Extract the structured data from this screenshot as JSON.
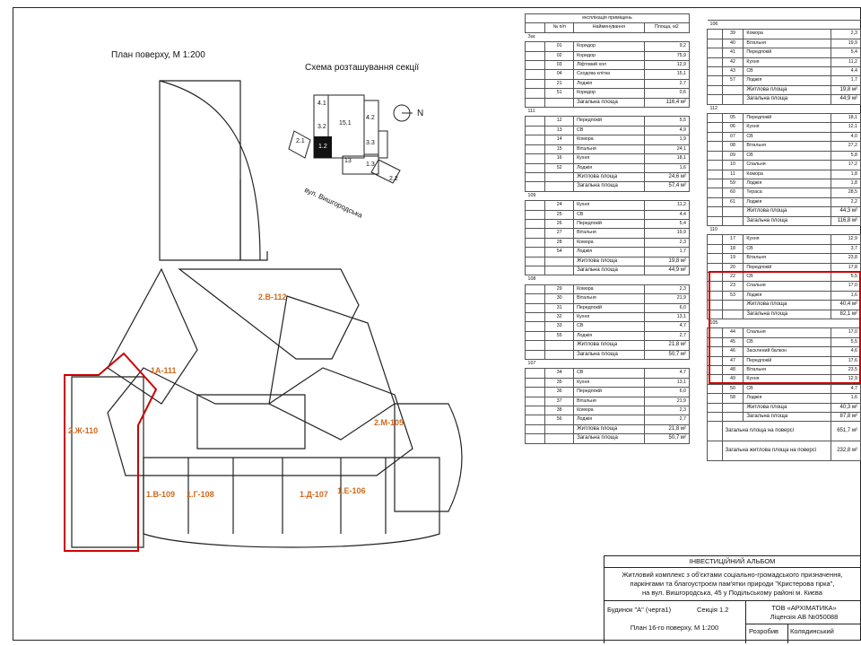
{
  "plan": {
    "title": "План поверху, М 1:200",
    "scheme_title": "Схема розташування секції",
    "street": "вул. Вишгородська",
    "north": "N",
    "scheme_sections": [
      "4.1",
      "3.2",
      "2.1",
      "1.2",
      "15.1",
      "4.2",
      "3.3",
      "13",
      "1.3",
      "2.2"
    ],
    "units": [
      "2.В-112",
      "1А-111",
      "2.Ж-110",
      "2.М-105",
      "1.В-109",
      "1.Г-108",
      "1.Д-107",
      "1.Е-106"
    ]
  },
  "explication": {
    "title": "експлікація приміщень",
    "headers": [
      "№ п/п",
      "Найменування",
      "Площа, м2"
    ],
    "groups": [
      {
        "id": "Заг.",
        "rows": [
          [
            "01",
            "Коридор",
            "9,2"
          ],
          [
            "02",
            "Коридор",
            "75,9"
          ],
          [
            "03",
            "Ліфтовий хол",
            "12,9"
          ],
          [
            "04",
            "Сходова клітка",
            "15,1"
          ],
          [
            "21",
            "Лоджія",
            "2,7"
          ],
          [
            "51",
            "Коридор",
            "0,6"
          ]
        ],
        "totals": [
          [
            "Загальна площа",
            "116,4 м²"
          ]
        ]
      },
      {
        "id": "111",
        "rows": [
          [
            "12",
            "Передпокій",
            "5,5"
          ],
          [
            "13",
            "СВ",
            "4,9"
          ],
          [
            "14",
            "Комора",
            "1,9"
          ],
          [
            "15",
            "Вітальня",
            "24,1"
          ],
          [
            "16",
            "Кухня",
            "18,1"
          ],
          [
            "52",
            "Лоджія",
            "1,6"
          ]
        ],
        "totals": [
          [
            "Житлова площа",
            "24,6 м²"
          ],
          [
            "Загальна площа",
            "57,4 м²"
          ]
        ]
      },
      {
        "id": "109",
        "rows": [
          [
            "24",
            "Кухня",
            "11,2"
          ],
          [
            "25",
            "СВ",
            "4,4"
          ],
          [
            "26",
            "Передпокій",
            "5,4"
          ],
          [
            "27",
            "Вітальня",
            "19,9"
          ],
          [
            "28",
            "Комора",
            "2,3"
          ],
          [
            "54",
            "Лоджія",
            "1,7"
          ]
        ],
        "totals": [
          [
            "Житлова площа",
            "19,8 м²"
          ],
          [
            "Загальна площа",
            "44,9 м²"
          ]
        ]
      },
      {
        "id": "108",
        "rows": [
          [
            "29",
            "Комора",
            "2,3"
          ],
          [
            "30",
            "Вітальня",
            "21,9"
          ],
          [
            "31",
            "Передпокій",
            "6,0"
          ],
          [
            "32",
            "Кухня",
            "13,1"
          ],
          [
            "33",
            "СВ",
            "4,7"
          ],
          [
            "55",
            "Лоджія",
            "2,7"
          ]
        ],
        "totals": [
          [
            "Житлова площа",
            "21,8 м²"
          ],
          [
            "Загальна площа",
            "50,7 м²"
          ]
        ]
      },
      {
        "id": "107",
        "rows": [
          [
            "34",
            "СВ",
            "4,7"
          ],
          [
            "35",
            "Кухня",
            "13,1"
          ],
          [
            "36",
            "Передпокій",
            "6,0"
          ],
          [
            "37",
            "Вітальня",
            "21,9"
          ],
          [
            "38",
            "Комора",
            "2,3"
          ],
          [
            "56",
            "Лоджія",
            "2,7"
          ]
        ],
        "totals": [
          [
            "Житлова площа",
            "21,8 м²"
          ],
          [
            "Загальна площа",
            "50,7 м²"
          ]
        ]
      }
    ],
    "groups_right": [
      {
        "id": "106",
        "rows": [
          [
            "39",
            "Комора",
            "2,3"
          ],
          [
            "40",
            "Вітальня",
            "19,9"
          ],
          [
            "41",
            "Передпокій",
            "5,4"
          ],
          [
            "42",
            "Кухня",
            "11,2"
          ],
          [
            "43",
            "СВ",
            "4,4"
          ],
          [
            "57",
            "Лоджія",
            "1,7"
          ]
        ],
        "totals": [
          [
            "Житлова площа",
            "19,8 м²"
          ],
          [
            "Загальна площа",
            "44,9 м²"
          ]
        ]
      },
      {
        "id": "112",
        "rows": [
          [
            "05",
            "Передпокій",
            "18,1"
          ],
          [
            "06",
            "Кухня",
            "12,1"
          ],
          [
            "07",
            "СВ",
            "4,0"
          ],
          [
            "08",
            "Вітальня",
            "27,2"
          ],
          [
            "09",
            "СВ",
            "5,8"
          ],
          [
            "10",
            "Спальня",
            "17,2"
          ],
          [
            "11",
            "Комора",
            "1,8"
          ],
          [
            "59",
            "Лоджія",
            "1,8"
          ],
          [
            "60",
            "Тераса",
            "28,5"
          ],
          [
            "61",
            "Лоджія",
            "2,2"
          ]
        ],
        "totals": [
          [
            "Житлова площа",
            "44,3 м²"
          ],
          [
            "Загальна площа",
            "116,8 м²"
          ]
        ]
      },
      {
        "id": "110",
        "rows": [
          [
            "17",
            "Кухня",
            "12,9"
          ],
          [
            "18",
            "СВ",
            "3,7"
          ],
          [
            "19",
            "Вітальня",
            "23,8"
          ],
          [
            "20",
            "Передпокій",
            "17,8"
          ],
          [
            "22",
            "СВ",
            "5,5"
          ],
          [
            "23",
            "Спальня",
            "17,0"
          ],
          [
            "53",
            "Лоджія",
            "1,6"
          ]
        ],
        "totals": [
          [
            "Житлова площа",
            "40,4 м²"
          ],
          [
            "Загальна площа",
            "82,1 м²"
          ]
        ]
      },
      {
        "id": "105",
        "rows": [
          [
            "44",
            "Спальня",
            "17,0"
          ],
          [
            "45",
            "СВ",
            "5,5"
          ],
          [
            "46",
            "Засклений балкон",
            "4,6"
          ],
          [
            "47",
            "Передпокій",
            "17,6"
          ],
          [
            "48",
            "Вітальня",
            "23,5"
          ],
          [
            "49",
            "Кухня",
            "12,9"
          ],
          [
            "50",
            "СВ",
            "4,7"
          ],
          [
            "58",
            "Лоджія",
            "1,6"
          ]
        ],
        "totals": [
          [
            "Житлова площа",
            "40,3 м²"
          ],
          [
            "Загальна площа",
            "87,8 м²"
          ]
        ]
      }
    ],
    "floor_totals": [
      [
        "Загальна площа на поверсі",
        "651,7 м²"
      ],
      [
        "Загальна житлова площа на поверсі",
        "232,8 м²"
      ]
    ]
  },
  "stamp": {
    "album": "ІНВЕСТИЦІЙНИЙ АЛЬБОМ",
    "project_l1": "Житловий комплекс з об'єктами соціально-громадського призначення,",
    "project_l2": "паркінгами та благоустроєм пам'ятки природи \"Кристерова гірка\",",
    "project_l3": "на вул. Вишгородська, 45 у Подільському районі м. Києва",
    "building": "Будинок \"А\" (черга1)",
    "section": "Секція 1.2",
    "sheet": "План 16-го поверху, М 1:200",
    "company": "ТОВ «АРХІМАТИКА»",
    "license": "Ліцензія АВ №050088",
    "role": "Розробив",
    "name": "Колядинський"
  },
  "colors": {
    "highlight": "#cc0000",
    "unit_label": "#d2691e",
    "lines": "#222222"
  }
}
